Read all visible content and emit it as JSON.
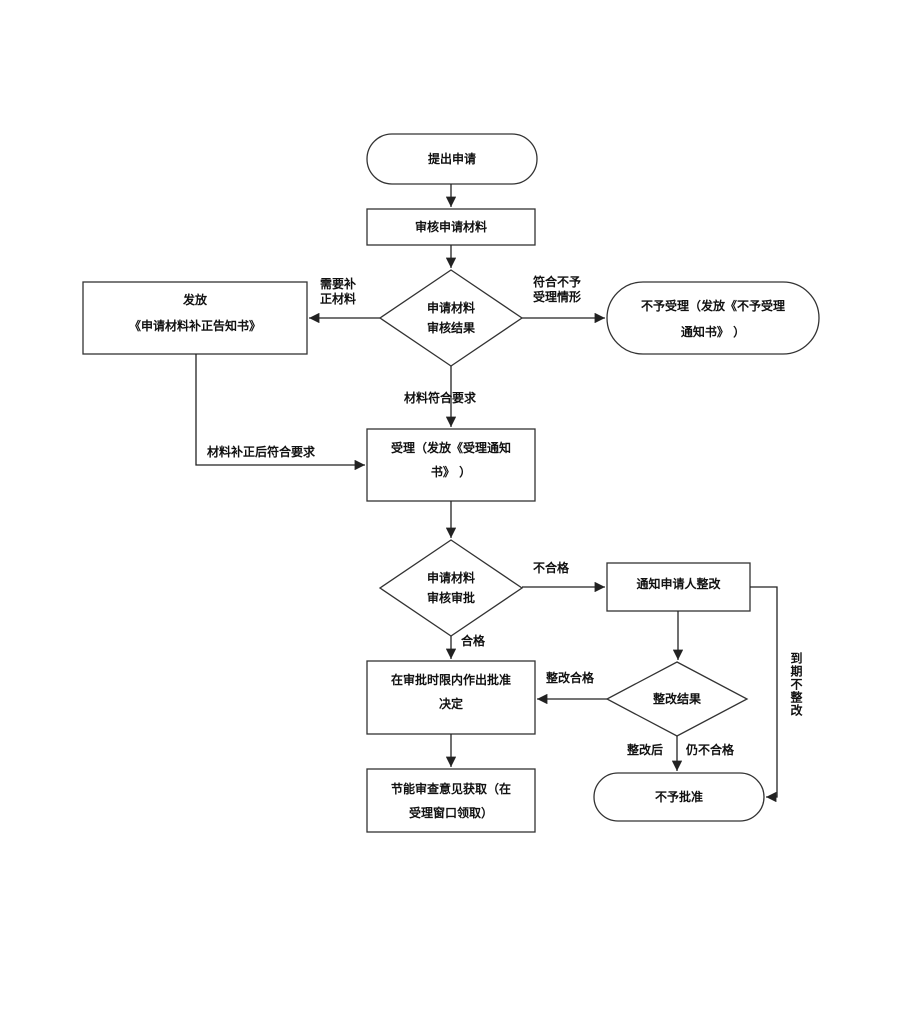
{
  "diagram": {
    "nodes": {
      "submit": "提出申请",
      "review_materials": "审核申请材料",
      "review_result": [
        "申请材料",
        "审核结果"
      ],
      "issue_correction": [
        "发放",
        "《申请材料补正告知书》"
      ],
      "reject_notice": [
        "不予受理（发放《不予受理",
        "通知书》  ）"
      ],
      "accept": [
        "受理（发放《受理通知",
        "书》  ）"
      ],
      "approval_review": [
        "申请材料",
        "审核审批"
      ],
      "notify_rectify": "通知申请人整改",
      "decision": [
        "在审批时限内作出批准",
        "决定"
      ],
      "rectify_result": "整改结果",
      "collect_opinion": [
        "节能审查意见获取（在",
        "受理窗口领取）"
      ],
      "not_approved": "不予批准"
    },
    "edge_labels": {
      "need_correction": [
        "需要补",
        "正材料"
      ],
      "not_eligible": [
        "符合不予",
        "受理情形"
      ],
      "meets_requirements": "材料符合要求",
      "corrected_ok": "材料补正后符合要求",
      "unqualified": "不合格",
      "qualified": "合格",
      "rectify_qualified": "整改合格",
      "due_no_rectify": "到期不整改",
      "after_rectify": "整改后",
      "still_unqualified": "仍不合格"
    }
  }
}
